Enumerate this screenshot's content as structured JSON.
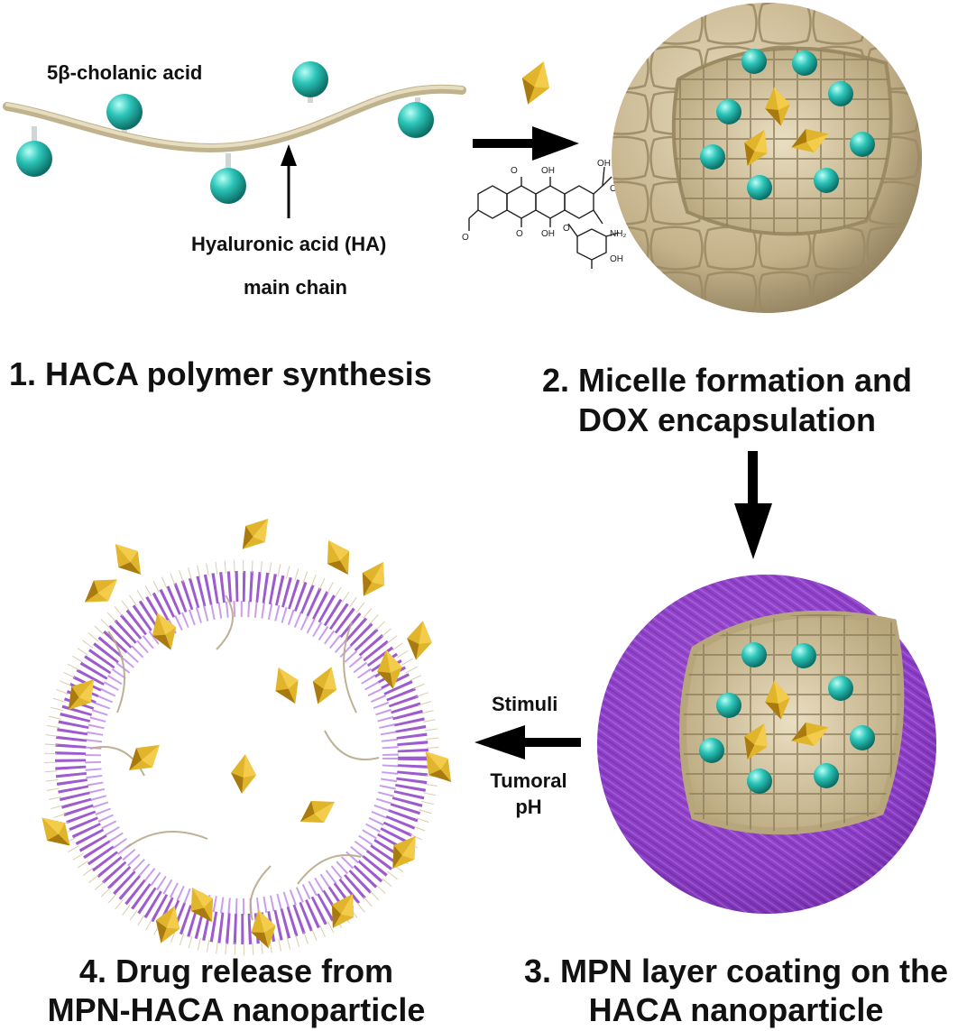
{
  "labels": {
    "cholanic_acid": "5β-cholanic acid",
    "ha_line1": "Hyaluronic acid (HA)",
    "ha_line2": "main chain",
    "stimuli": "Stimuli",
    "tumoral_line1": "Tumoral",
    "tumoral_line2": "pH"
  },
  "steps": {
    "step1": "1. HACA polymer synthesis",
    "step2_line1": "2. Micelle formation and",
    "step2_line2": "DOX encapsulation",
    "step3_line1": "3. MPN layer coating on the",
    "step3_line2": "HACA nanoparticle",
    "step4_line1": "4. Drug release from",
    "step4_line2": "MPN-HACA nanoparticle"
  },
  "chem_labels": {
    "oh": "OH",
    "o": "O",
    "nh2": "NH₂"
  },
  "colors": {
    "bead": "#2cc4b8",
    "chain": "#d4c8a4",
    "shell": "#c9b995",
    "drug": "#d4a21c",
    "mpn": "#8d3ec7",
    "arrow": "#000000"
  }
}
